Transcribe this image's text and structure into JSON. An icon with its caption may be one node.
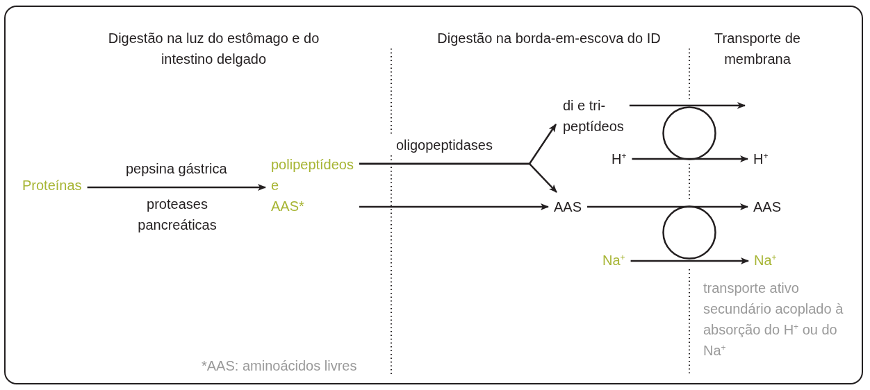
{
  "diagram": {
    "nodes": [
      {
        "text": [
          "Proteínas"
        ]
      },
      {
        "text": [
          "polipeptídeos",
          "e",
          "AAS*"
        ]
      },
      {
        "text": [
          "di e tri-peptídeos"
        ]
      },
      {
        "text": [
          "H$^{+}$"
        ]
      },
      {
        "text": [
          "AAS"
        ]
      },
      {
        "text": [
          "Na$^{+}$"
        ]
      },
      {
        "text": [],
        "shape": "circle"
      },
      {
        "text": [],
        "shape": "circle"
      },
      {
        "text": [
          "H$^{+}$"
        ]
      },
      {
        "text": [
          "AAS"
        ]
      },
      {
        "text": [
          "Na$^{+}$"
        ]
      }
    ],
    "edges": [
      {
        "from": 0,
        "to": 1,
        "arrow": "to",
        "label": "pepsina gástrica"
      },
      {
        "from": 1,
        "to": 2,
        "arrow": "to",
        "label": "oligopeptidases"
      },
      {
        "from": 1,
        "to": 4,
        "arrow": "to"
      },
      {
        "from": 1,
        "to": 4,
        "arrow": "to"
      },
      {
        "from": 2,
        "to": null,
        "arrow": "to"
      },
      {
        "from": 3,
        "to": 8,
        "arrow": "to"
      },
      {
        "from": 4,
        "to": 9,
        "arrow": "to"
      },
      {
        "from": 5,
        "to": 10,
        "arrow": "to"
      }
    ],
    "labels": [
      "Digestão na luz do estômago e do intestino delgado",
      "Digestão na borda-em-escova do ID",
      "Transporte de membrana",
      "proteases pancreáticas",
      "*AAS: aminoácidos livres",
      "transporte ativo secundário acoplado à absorção do H$^{+}$ ou do Na$^{+}$"
    ]
  }
}
